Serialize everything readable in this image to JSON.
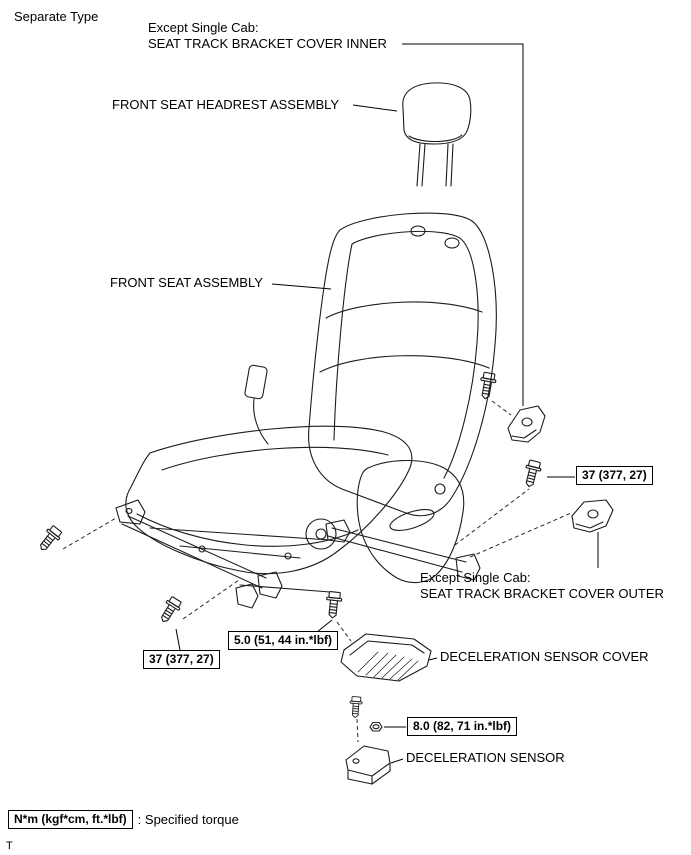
{
  "page": {
    "type_label": "Separate Type",
    "footer_mark": "T"
  },
  "callouts": {
    "inner_cover": {
      "line1": "Except Single Cab:",
      "line2": "SEAT TRACK BRACKET COVER INNER"
    },
    "headrest": {
      "label": "FRONT SEAT HEADREST ASSEMBLY"
    },
    "seat": {
      "label": "FRONT SEAT ASSEMBLY"
    },
    "outer_cover": {
      "line1": "Except Single Cab:",
      "line2": "SEAT TRACK BRACKET COVER OUTER"
    },
    "sensor_cover": {
      "label": "DECELERATION SENSOR COVER"
    },
    "sensor": {
      "label": "DECELERATION SENSOR"
    }
  },
  "torque_specs": {
    "right_37": "37 (377, 27)",
    "left_37": "37 (377, 27)",
    "center_50": "5.0 (51, 44 in.*lbf)",
    "sensor_80": "8.0 (82, 71 in.*lbf)"
  },
  "legend": {
    "units": "N*m (kgf*cm, ft.*lbf)",
    "meaning": ": Specified torque"
  }
}
